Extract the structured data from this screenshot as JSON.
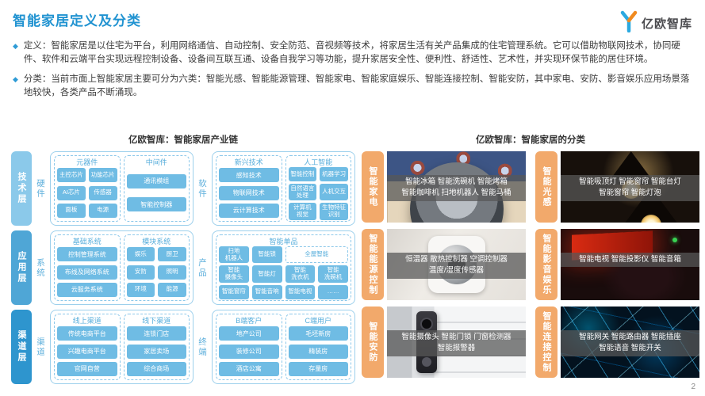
{
  "colors": {
    "accent": "#2595D5",
    "layer_tech": "#8BC9EA",
    "layer_app": "#4FA6D6",
    "layer_channel": "#2E95CE",
    "chip_blue": "#6FBCE4",
    "box_border": "#9DD0EC",
    "label_orange": "#F2A96B"
  },
  "header": {
    "title": "智能家居定义及分类",
    "logo_text": "亿欧智库",
    "logo_icon": "yiou-y-mark"
  },
  "bullet_marker": "◆",
  "bullets": [
    {
      "text": "定义：智能家居是以住宅为平台，利用网络通信、自动控制、安全防范、音视频等技术，将家居生活有关产品集成的住宅管理系统。它可以借助物联网技术，协同硬件、软件和云端平台实现远程控制设备、设备间互联互通、设备自我学习等功能，提升家居安全性、便利性、舒适性、艺术性，并实现环保节能的居住环境。"
    },
    {
      "text": "分类：当前市面上智能家居主要可分为六类：智能光感、智能能源管理、智能家电、智能家庭娱乐、智能连接控制、智能安防，其中家电、安防、影音娱乐应用场景落地较快，各类产品不断涌现。"
    }
  ],
  "industry_chain": {
    "title": "亿欧智库：智能家居产业链",
    "rows": [
      {
        "layer": "技术层",
        "color_key": "layer_tech",
        "sections": [
          {
            "label": "硬件",
            "groups": [
              {
                "name": "元器件",
                "cols": 2,
                "items": [
                  "主控芯片",
                  "功能芯片",
                  "AI芯片",
                  "传感器",
                  "面板",
                  "电源"
                ]
              },
              {
                "name": "中间件",
                "cols": 1,
                "items": [
                  "通讯模组",
                  "智能控制器"
                ]
              }
            ]
          },
          {
            "label": "软件",
            "groups": [
              {
                "name": "新兴技术",
                "cols": 1,
                "items": [
                  "感知技术",
                  "物联网技术",
                  "云计算技术"
                ]
              },
              {
                "name": "人工智能",
                "cols": 2,
                "items": [
                  "智能控制",
                  "机器学习",
                  "自然语言\n处理",
                  "人机交互",
                  "计算机\n视觉",
                  "生物特征\n识别"
                ]
              }
            ]
          }
        ]
      },
      {
        "layer": "应用层",
        "color_key": "layer_app",
        "sections": [
          {
            "label": "系统",
            "groups": [
              {
                "name": "基础系统",
                "cols": 1,
                "items": [
                  "控制管理系统",
                  "布线及网络系统",
                  "云服务系统"
                ]
              },
              {
                "name": "模块系统",
                "cols": 2,
                "items": [
                  "娱乐",
                  "厨卫",
                  "安防",
                  "照明",
                  "环境",
                  "能源"
                ]
              }
            ]
          },
          {
            "label": "产品",
            "groups": [
              {
                "name": "智能单品",
                "cols": 4,
                "items": [
                  "扫地\n机器人",
                  "智能锁",
                  {
                    "text": "全屋智能",
                    "type": "dashed",
                    "span": 2
                  },
                  "智能\n摄像头",
                  "智能灯",
                  "智能\n洗衣机",
                  "智能\n洗碗机",
                  "智能窗帘",
                  "智能音响",
                  "智能电视",
                  "……"
                ]
              }
            ]
          }
        ]
      },
      {
        "layer": "渠道层",
        "color_key": "layer_channel",
        "sections": [
          {
            "label": "渠道",
            "groups": [
              {
                "name": "线上渠道",
                "cols": 1,
                "items": [
                  "传统电商平台",
                  "兴趣电商平台",
                  "官网自营"
                ]
              },
              {
                "name": "线下渠道",
                "cols": 1,
                "items": [
                  "连锁门店",
                  "家居卖场",
                  "综合商场"
                ]
              }
            ]
          },
          {
            "label": "终端",
            "groups": [
              {
                "name": "B端客户",
                "cols": 1,
                "items": [
                  "地产公司",
                  "装修公司",
                  "酒店公寓"
                ]
              },
              {
                "name": "C端用户",
                "cols": 1,
                "items": [
                  "毛坯新房",
                  "精装房",
                  "存量房"
                ]
              }
            ]
          }
        ]
      }
    ]
  },
  "classification": {
    "title": "亿欧智库：智能家居的分类",
    "tiles": [
      {
        "category": "智能家电",
        "photo": "robot-vacuum",
        "caption": "智能冰箱 智能洗碗机 智能烤箱\n智能咖啡机 扫地机器人 智能马桶"
      },
      {
        "category": "智能光感",
        "photo": "pendant-lamp",
        "caption": "智能吸顶灯 智能窗帘 智能台灯\n智能窗帘 智能灯泡"
      },
      {
        "category": "智能能源控制",
        "photo": "thermostat",
        "caption": "恒温器 散热控制器 空调控制器\n温度/湿度传感器"
      },
      {
        "category": "智能影音娱乐",
        "photo": "home-theater",
        "caption": "智能电视 智能投影仪 智能音箱"
      },
      {
        "category": "智能安防",
        "photo": "doorbell",
        "caption": "智能摄像头 智能门锁 门窗检测器\n智能报警器"
      },
      {
        "category": "智能连接控制",
        "photo": "network",
        "caption": "智能网关 智能路由器 智能插座\n智能语音 智能开关"
      }
    ]
  },
  "footer": {
    "page_number": "2"
  }
}
